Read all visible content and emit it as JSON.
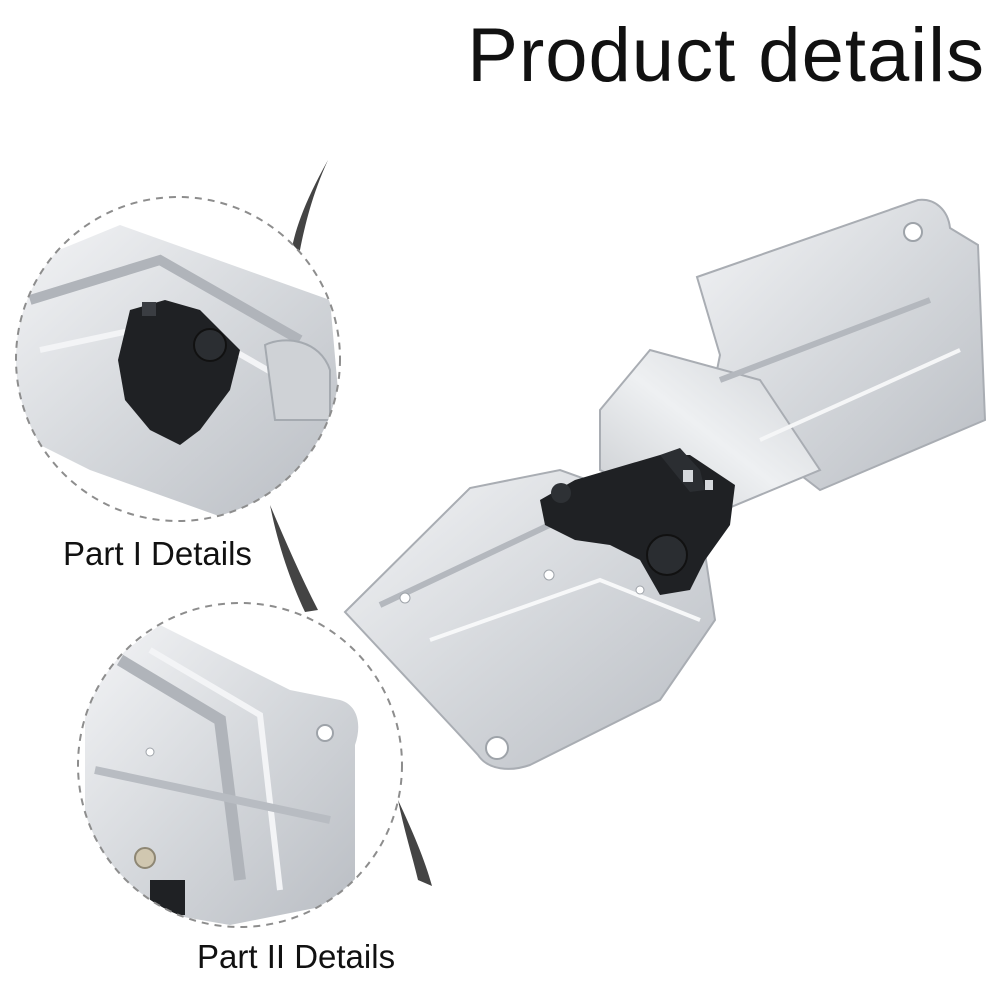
{
  "title": "Product details",
  "callouts": [
    {
      "label": "Part I Details"
    },
    {
      "label": "Part II Details"
    }
  ],
  "colors": {
    "metal_light": "#e8eaed",
    "metal_mid": "#c9ccd1",
    "metal_dark": "#9da2a9",
    "plastic": "#1f2124",
    "dashes": "#8d8d8d",
    "accent_arc": "#444444"
  }
}
